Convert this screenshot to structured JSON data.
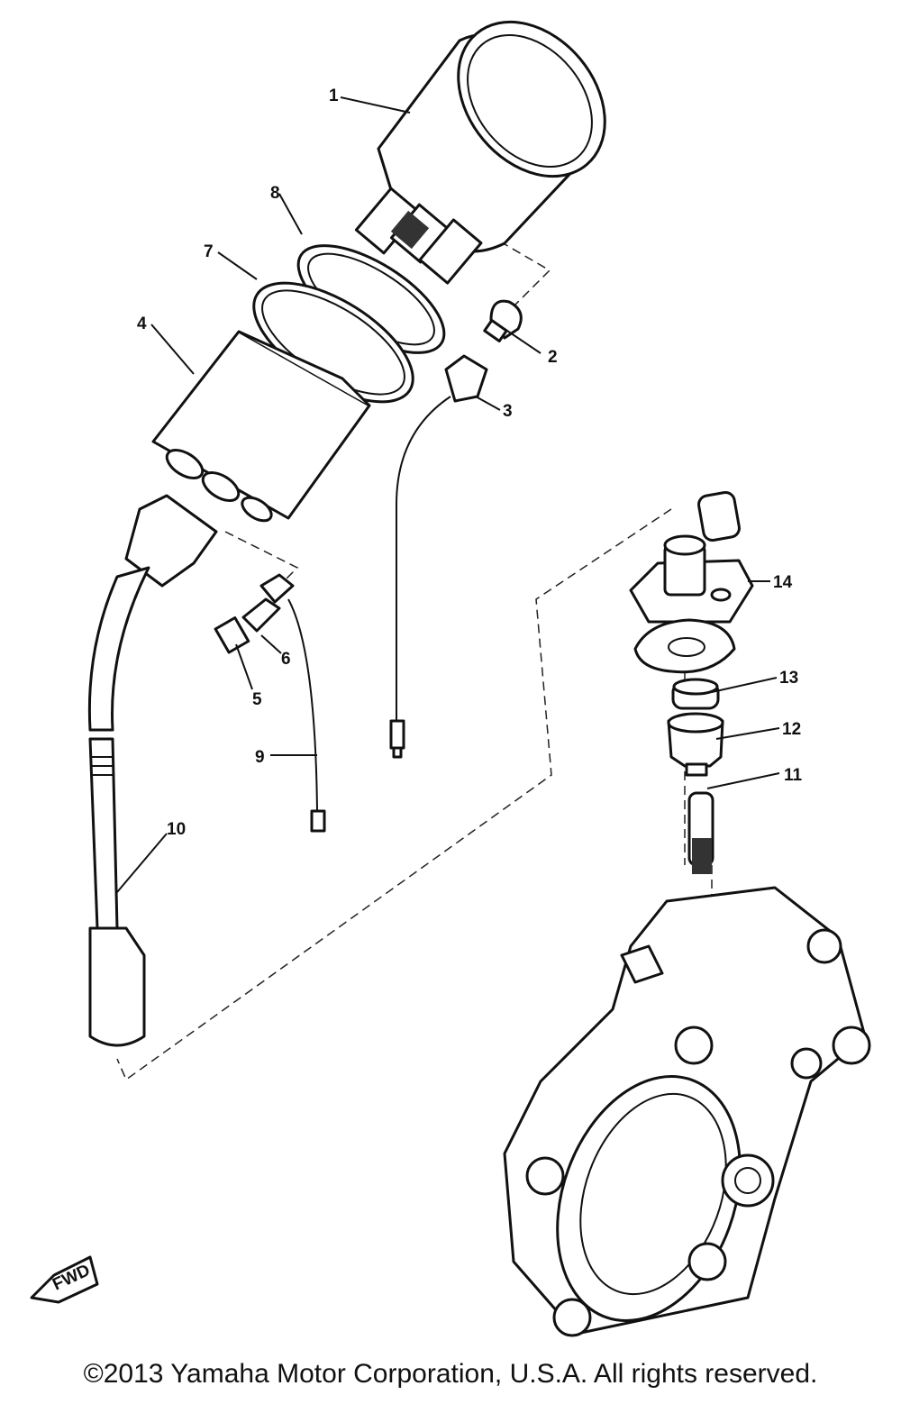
{
  "diagram": {
    "callouts": [
      {
        "id": "1",
        "text": "1"
      },
      {
        "id": "2",
        "text": "2"
      },
      {
        "id": "3",
        "text": "3"
      },
      {
        "id": "4",
        "text": "4"
      },
      {
        "id": "5",
        "text": "5"
      },
      {
        "id": "6",
        "text": "6"
      },
      {
        "id": "7",
        "text": "7"
      },
      {
        "id": "8",
        "text": "8"
      },
      {
        "id": "9",
        "text": "9"
      },
      {
        "id": "10",
        "text": "10"
      },
      {
        "id": "11",
        "text": "11"
      },
      {
        "id": "12",
        "text": "12"
      },
      {
        "id": "13",
        "text": "13"
      },
      {
        "id": "14",
        "text": "14"
      }
    ],
    "fwd_label": "FWD"
  },
  "footer": {
    "copyright": "©2013 Yamaha Motor Corporation, U.S.A. All rights reserved."
  }
}
